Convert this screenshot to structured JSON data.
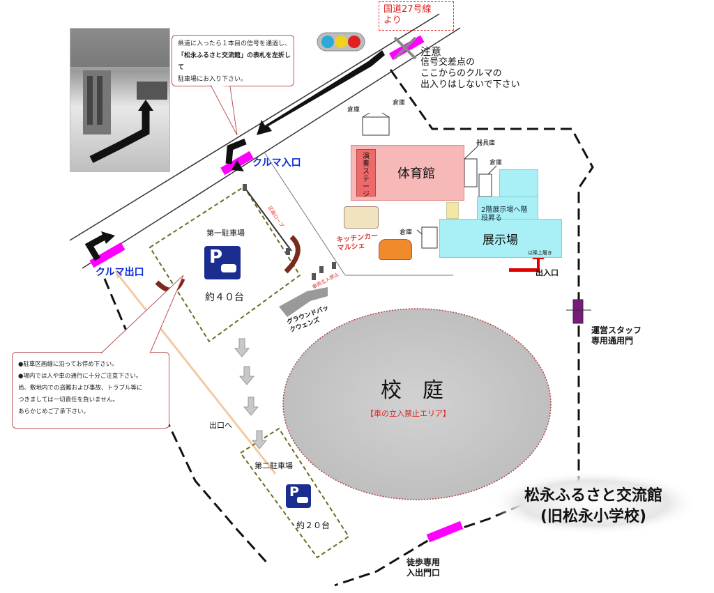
{
  "route_sign": {
    "line1": "国道27号線",
    "line2": "より"
  },
  "caution": {
    "title": "注意",
    "lines": [
      "信号交差点の",
      "ここからのクルマの",
      "出入りはしないで下さい"
    ]
  },
  "top_callout": {
    "line1": "県道に入ったら１本目の信号を通過し、",
    "line2": "「松永ふるさと交流館」の表札を左折して",
    "line3": "駐車場にお入り下さい。"
  },
  "car_entrance": "クルマ入口",
  "car_exit": "クルマ出口",
  "warehouse_labels": [
    "倉庫",
    "倉庫",
    "器具庫",
    "倉庫",
    "倉庫"
  ],
  "gym": {
    "stage": "演奏ステージ",
    "name": "体育館"
  },
  "exhibition": {
    "stairs": "2階展示場へ階段昇る",
    "name": "展示場",
    "shoes": "以降上履き",
    "entrance": "出入口"
  },
  "kitchen_car": "キッチンカーマルシェ",
  "parking1": {
    "title": "第一駐車場",
    "count": "約４０台",
    "rope": "区画ロープ",
    "no_entry": "車両立入禁止"
  },
  "parking2": {
    "title": "第二駐車場",
    "count": "約２０台"
  },
  "ground_back": "グラウンドバックウェンズ",
  "schoolyard": {
    "name": "校　庭",
    "note": "【車の立入禁止エリア】"
  },
  "staff_gate": {
    "line1": "運営スタッフ",
    "line2": "専用通用門"
  },
  "to_exit": "出口へ",
  "left_callout": [
    "●駐車区画線に沿ってお停め下さい。",
    "●場内では人や車の通行に十分ご注意下さい。",
    "尚、敷地内での盗難および事故、トラブル等に",
    "つきましては一切責任を負いません。",
    "あらかじめご了承下さい。"
  ],
  "venue": {
    "line1": "松永ふるさと交流館",
    "line2": "(旧松永小学校)"
  },
  "walk_gate": {
    "line1": "徒歩専用",
    "line2": "入出門口"
  },
  "colors": {
    "gym": "#f7b8b8",
    "stage": "#ee6a6a",
    "exhibition": "#a8f0f5",
    "magenta": "#ff00ff",
    "parking": "#1b2d8f",
    "schoolyard": "#c8c8c8",
    "arrow_red": "#e00000",
    "blue_text": "#0a2bd8"
  }
}
